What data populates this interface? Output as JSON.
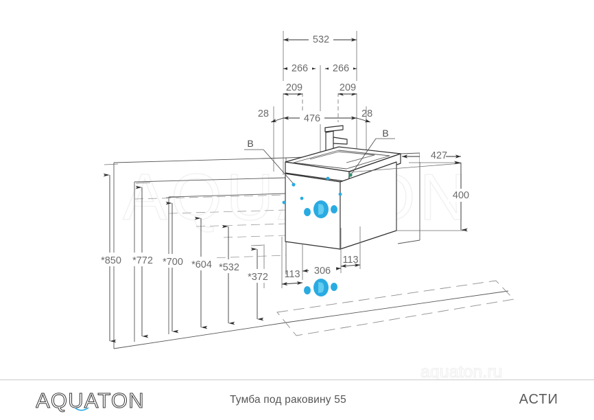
{
  "document": {
    "type": "technical-drawing",
    "background": "#ffffff",
    "accent_color": "#29abe2",
    "line_color": "#3c3c3c",
    "dim_text_color": "#6b6b6b",
    "watermark_color": "#f1f1f1"
  },
  "watermarks": {
    "center": "AQUATON",
    "site": "aquaton.ru"
  },
  "dimensions": {
    "top": {
      "overall": "532",
      "half_left": "266",
      "half_right": "266",
      "inner_left": "209",
      "inner_right": "209",
      "edge_left": "28",
      "edge_right": "28",
      "inner_span": "476"
    },
    "right": {
      "depth": "427",
      "height": "400"
    },
    "bottom": {
      "left_offset": "113",
      "center_span": "306",
      "right_offset": "113"
    },
    "heights": [
      {
        "label": "*850"
      },
      {
        "label": "*772"
      },
      {
        "label": "*700"
      },
      {
        "label": "*604"
      },
      {
        "label": "*532"
      },
      {
        "label": "*372"
      }
    ]
  },
  "section_marks": {
    "left": "B",
    "right": "B"
  },
  "footer": {
    "brand": "AQUATON",
    "title": "Тумба под раковину 55",
    "model": "АСТИ"
  }
}
